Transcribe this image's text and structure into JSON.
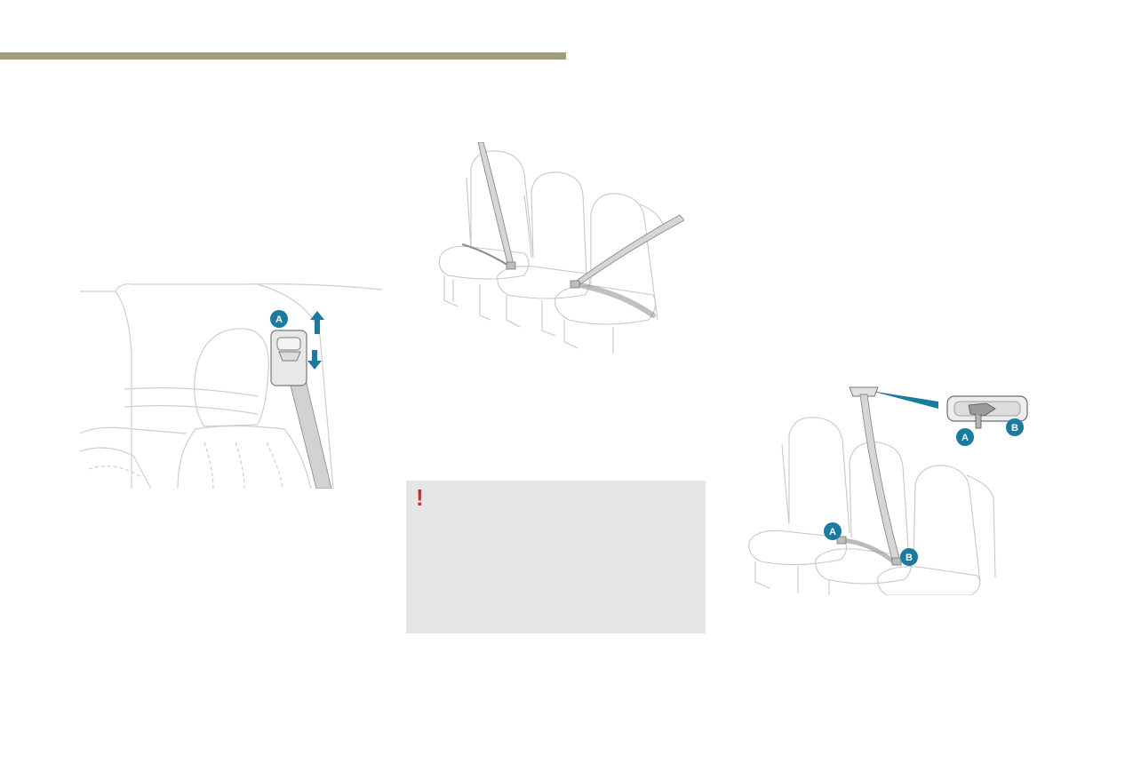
{
  "colors": {
    "header_rule": "#a19c79",
    "callout_blue": "#1a7aa0",
    "warning_red": "#e0242d",
    "warning_bg": "#e6e6e6",
    "belt_gray": "#cfcfcf",
    "line_gray": "#c8c8c8"
  },
  "figure_front_seat": {
    "callout_a": "A",
    "icons": [
      "up-arrow-icon",
      "down-arrow-icon"
    ]
  },
  "figure_rear_bench": {},
  "figure_third_row": {
    "callout_a": "A",
    "callout_b": "B",
    "callout_a_detail": "A",
    "callout_b_detail": "B"
  },
  "warning": {
    "icon": "!"
  }
}
